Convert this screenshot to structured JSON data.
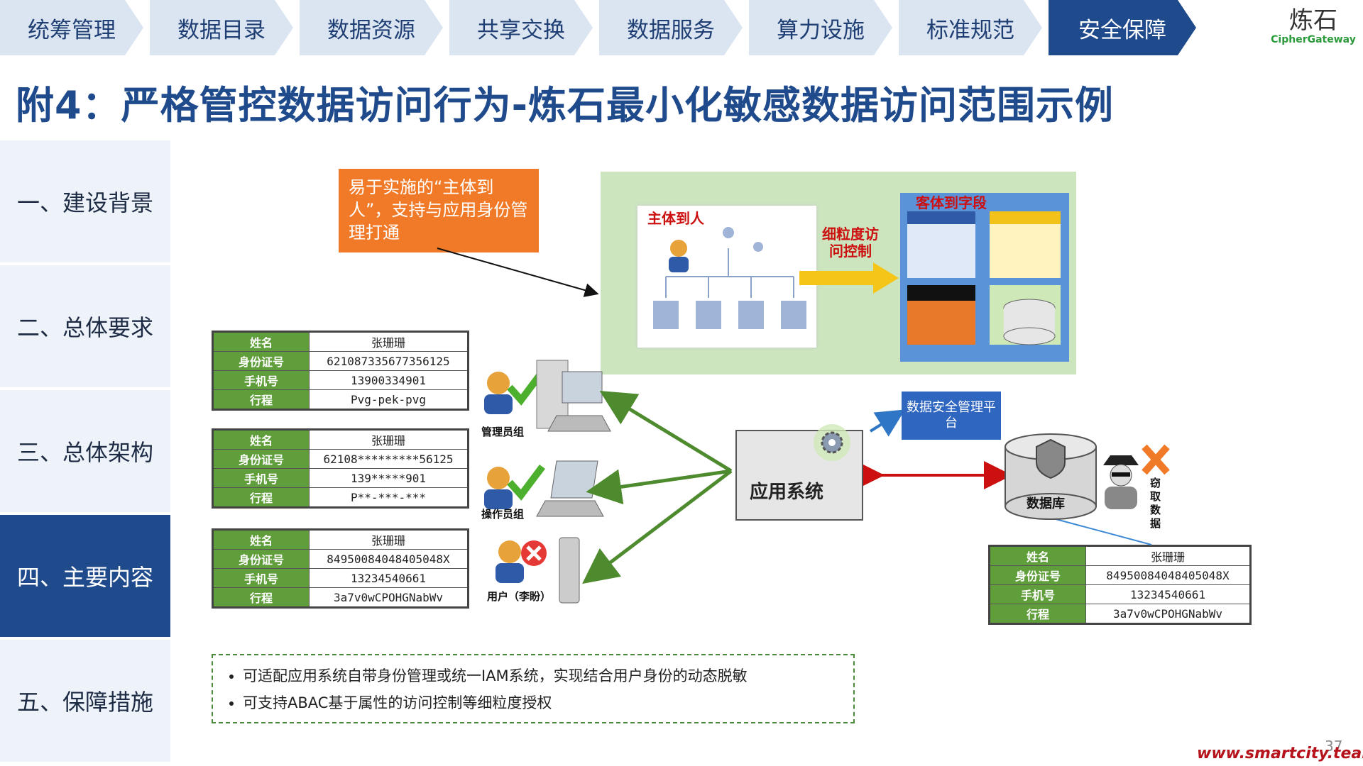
{
  "tabs": [
    {
      "label": "统筹管理",
      "active": false
    },
    {
      "label": "数据目录",
      "active": false
    },
    {
      "label": "数据资源",
      "active": false
    },
    {
      "label": "共享交换",
      "active": false
    },
    {
      "label": "数据服务",
      "active": false
    },
    {
      "label": "算力设施",
      "active": false
    },
    {
      "label": "标准规范",
      "active": false
    },
    {
      "label": "安全保障",
      "active": true
    }
  ],
  "logo": {
    "cn": "炼石",
    "en": "CipherGateway"
  },
  "page_title": "附4：严格管控数据访问行为-炼石最小化敏感数据访问范围示例",
  "sidebar": [
    {
      "label": "一、建设背景",
      "active": false
    },
    {
      "label": "二、总体要求",
      "active": false
    },
    {
      "label": "三、总体架构",
      "active": false
    },
    {
      "label": "四、主要内容",
      "active": true
    },
    {
      "label": "五、保障措施",
      "active": false
    }
  ],
  "callout": "易于实施的“主体到人”，支持与应用身份管理打通",
  "panel": {
    "subject_label": "主体到人",
    "fine_grained_label": "细粒度访问控制",
    "object_label": "客体到字段"
  },
  "roles": {
    "admin": "管理员组",
    "operator": "操作员组",
    "user": "用户（李盼）"
  },
  "app_system": "应用系统",
  "security_platform": "数据安全管理平台",
  "database": "数据库",
  "steal": "窃取数据",
  "tables": [
    {
      "rows": [
        [
          "姓名",
          "张珊珊"
        ],
        [
          "身份证号",
          "621087335677356125"
        ],
        [
          "手机号",
          "13900334901"
        ],
        [
          "行程",
          "Pvg-pek-pvg"
        ]
      ]
    },
    {
      "rows": [
        [
          "姓名",
          "张珊珊"
        ],
        [
          "身份证号",
          "62108*********56125"
        ],
        [
          "手机号",
          "139*****901"
        ],
        [
          "行程",
          "P**-***-***"
        ]
      ]
    },
    {
      "rows": [
        [
          "姓名",
          "张珊珊"
        ],
        [
          "身份证号",
          "84950084048405048X"
        ],
        [
          "手机号",
          "13234540661"
        ],
        [
          "行程",
          "3a7v0wCPOHGNabWv"
        ]
      ]
    },
    {
      "rows": [
        [
          "姓名",
          "张珊珊"
        ],
        [
          "身份证号",
          "84950084048405048X"
        ],
        [
          "手机号",
          "13234540661"
        ],
        [
          "行程",
          "3a7v0wCPOHGNabWv"
        ]
      ]
    }
  ],
  "notes": [
    "可适配应用系统自带身份管理或统一IAM系统，实现结合用户身份的动态脱敏",
    "可支持ABAC基于属性的访问控制等细粒度授权"
  ],
  "footer": "www.smartcity.team",
  "page_number": "37",
  "colors": {
    "nav_active": "#1f4a8c",
    "nav_inactive": "#dbe5f1",
    "accent_orange": "#f07a28",
    "table_key": "#5f9e3a",
    "arrow_green": "#4e8a2e",
    "arrow_red": "#cc1010"
  }
}
